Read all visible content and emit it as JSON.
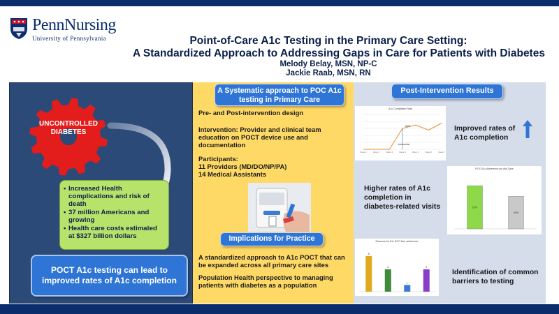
{
  "logo": {
    "name": "PennNursing",
    "university": "University of Pennsylvania"
  },
  "header": {
    "title_line1": "Point-of-Care A1c Testing in the Primary Care Setting:",
    "title_line2": "A Standardized Approach to Addressing Gaps in Care for Patients with Diabetes",
    "author1": "Melody Belay, MSN, NP-C",
    "author2": "Jackie Raab, MSN,  RN"
  },
  "left": {
    "gear_label": "UNCONTROLLED DIABETES",
    "bullets": [
      "Increased Health complications and risk of death",
      "37 million  Americans and growing",
      "Health care costs estimated at $327 billion dollars"
    ],
    "conclusion": "POCT A1c testing can lead to improved rates of A1c completion"
  },
  "middle": {
    "header": "A Systematic approach to POC A1c testing in Primary Care",
    "design": "Pre- and Post-intervention design",
    "intervention": "Intervention: Provider and clinical team education on POCT device use and documentation",
    "participants_label": "Participants:",
    "participants_1": "11 Providers (MD/DO/NP/PA)",
    "participants_2": "14 Medical Assistants",
    "implications_header": "Implications for Practice",
    "implication_1": "A standardized approach to A1c POCT that can be expanded across all primary care sites",
    "implication_2": "Population Health perspective to managing patients with diabetes as a population"
  },
  "right": {
    "header": "Post-Intervention Results",
    "result_1": "Improved rates of A1c completion",
    "result_2": "Higher rates of A1c completion in diabetes-related visits",
    "result_3": "Identification of common barriers to testing"
  },
  "colors": {
    "navy": "#0b2d6b",
    "blue_button": "#2e75d6",
    "gear_red": "#e31c1c",
    "green_box": "#b7e36a",
    "mid_panel": "#ffd966",
    "right_panel": "#d5dcea",
    "left_panel": "#2c4a78"
  },
  "chart_data": [
    {
      "type": "line",
      "title": "A1c Completion Rate",
      "x": [
        "Week 1",
        "Week 2",
        "Week 3",
        "Week 4",
        "Week 5",
        "Week 6",
        "Week 7"
      ],
      "series": [
        {
          "name": "",
          "values": [
            0,
            0,
            0,
            60,
            70,
            55,
            75
          ]
        }
      ],
      "annotations": [
        "Intervention",
        "60%"
      ],
      "ylim": [
        0,
        100
      ]
    },
    {
      "type": "bar",
      "title": "POC A1c Adherence by Visit Type",
      "categories": [
        "",
        ""
      ],
      "values": [
        57,
        43
      ],
      "data_labels": [
        "57%",
        "43%"
      ],
      "ylim": [
        0,
        70
      ]
    },
    {
      "type": "bar",
      "title": "Reasons for A1c POC Non-adherence",
      "categories": [
        "",
        "",
        "",
        ""
      ],
      "values": [
        8,
        5,
        1.5,
        5
      ],
      "data_labels": [
        "8",
        "5",
        "1",
        "5"
      ],
      "ylim": [
        0,
        10
      ]
    }
  ]
}
